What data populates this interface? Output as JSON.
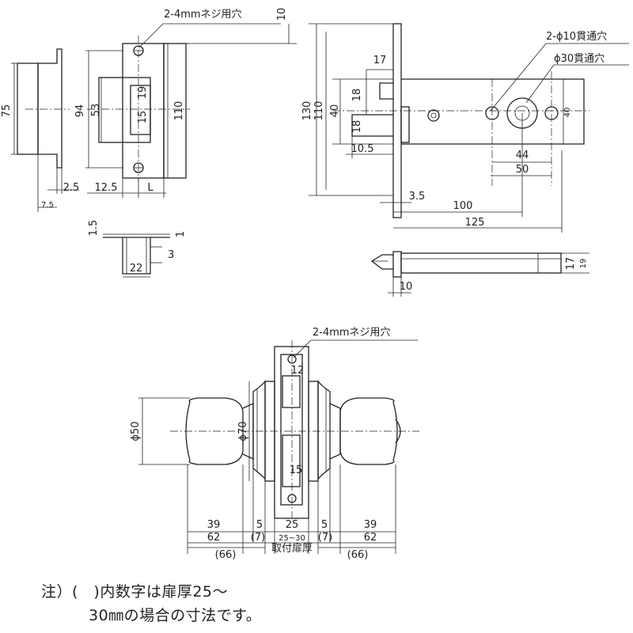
{
  "callouts": {
    "screw_holes_top": "2-4mmネジ用穴",
    "screw_holes_bottom": "2-4mmネジ用穴",
    "through_hole_small": "2-ϕ10貫通穴",
    "through_hole_large": "ϕ30貫通穴",
    "door_thickness": "取付扉厚"
  },
  "dimensions": {
    "strike_plate_height": "75",
    "strike_offset_a": "2.5",
    "strike_offset_b": "7.5",
    "front_plate_height": "94",
    "front_opening_height": "53",
    "front_small_19": "19",
    "front_small_15": "15",
    "front_total_height": "110",
    "front_width": "12.5",
    "front_L": "L",
    "top_offset_10": "10",
    "case_height_130": "130",
    "case_height_110": "110",
    "case_40": "40",
    "latch_17": "17",
    "latch_18a": "18",
    "latch_18b": "18",
    "latch_10_5": "10.5",
    "hole_spacing_44": "44",
    "hole_offset_50": "50",
    "right_40": "40",
    "case_3_5": "3.5",
    "backset_100": "100",
    "total_125": "125",
    "side_17": "17",
    "side_19": "19",
    "side_10": "10",
    "small_1_5": "1.5",
    "small_1": "1",
    "small_3": "3",
    "small_22": "22",
    "knob_dia_50": "ϕ50",
    "rose_dia_70": "ϕ70",
    "front_12": "12",
    "front_15": "15",
    "knob_39_left": "39",
    "gap_5_left": "5",
    "door_25": "25",
    "gap_5_right": "5",
    "knob_39_right": "39",
    "len_62_left": "62",
    "paren_7_left": "(7)",
    "door_range": "25~30",
    "paren_7_right": "(7)",
    "len_62_right": "62",
    "paren_66_left": "(66)",
    "paren_66_right": "(66)"
  },
  "note": {
    "line1": "注）(　)内数字は扉厚25～",
    "line2": "30㎜の場合の寸法です。"
  }
}
